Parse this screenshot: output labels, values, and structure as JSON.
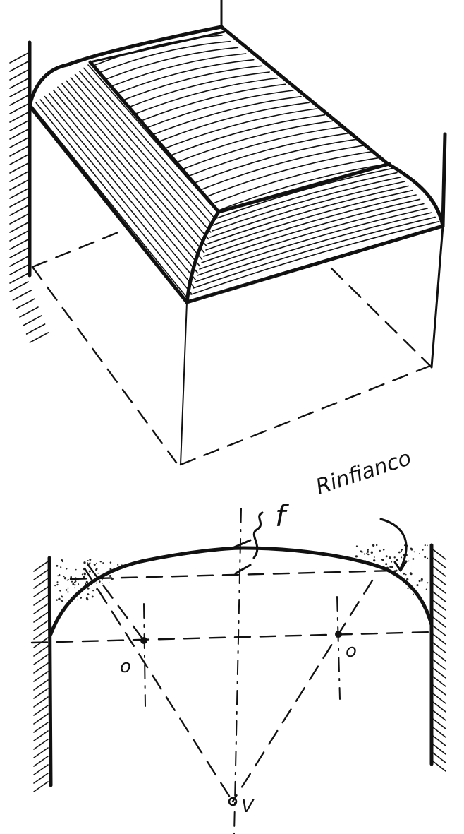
{
  "labels": {
    "rinfianco": "Rinfianco",
    "f": "f",
    "o_left": "o",
    "o_right": "o",
    "v": "V"
  },
  "icons": [
    "arch-curve-icon",
    "hatched-wall-icon",
    "arrow-icon"
  ]
}
